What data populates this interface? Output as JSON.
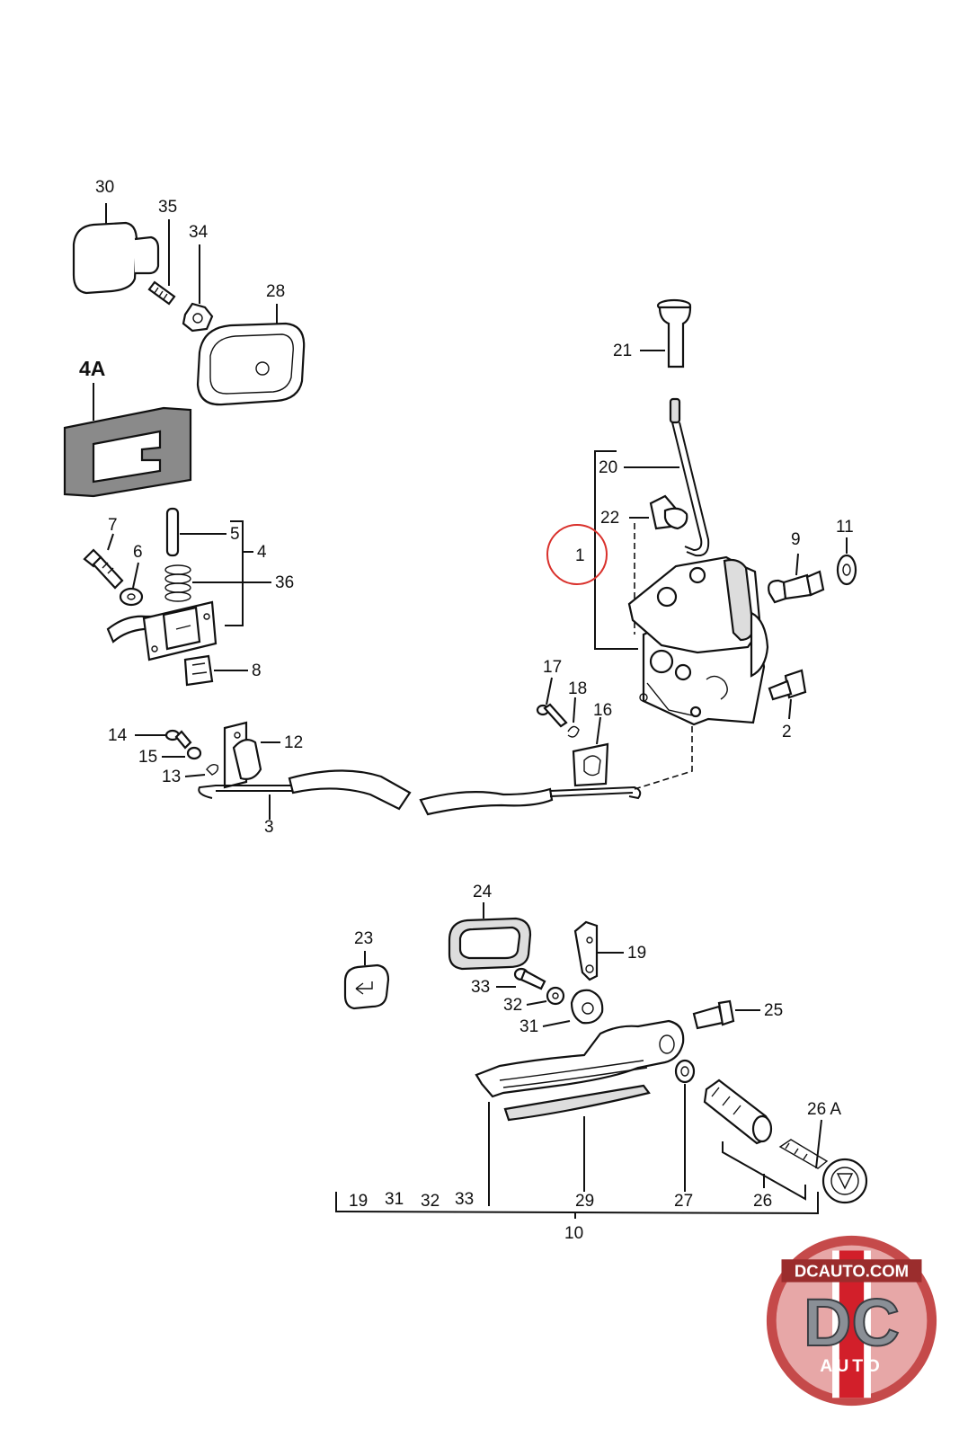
{
  "diagram": {
    "callouts": {
      "p1": "1",
      "p2": "2",
      "p3": "3",
      "p4": "4",
      "p4a": "4A",
      "p5": "5",
      "p6": "6",
      "p7": "7",
      "p8": "8",
      "p9": "9",
      "p10": "10",
      "p11": "11",
      "p12": "12",
      "p13": "13",
      "p14": "14",
      "p15": "15",
      "p16": "16",
      "p17": "17",
      "p18": "18",
      "p19": "19",
      "p20": "20",
      "p21": "21",
      "p22": "22",
      "p23": "23",
      "p24": "24",
      "p25": "25",
      "p26": "26",
      "p26a": "26 A",
      "p27": "27",
      "p28": "28",
      "p29": "29",
      "p30": "30",
      "p31": "31",
      "p32": "32",
      "p33": "33",
      "p34": "34",
      "p35": "35",
      "p36": "36"
    },
    "kit10_contents": [
      "19",
      "31",
      "32",
      "33"
    ],
    "highlight_color": "#d9302b"
  },
  "logo": {
    "site": "DCAUTO.COM",
    "initials": "DC",
    "word": "AUTO",
    "colors": {
      "ring": "#b83a3a",
      "stripe": "#d21f2a",
      "letters": "#8a8f96"
    }
  }
}
